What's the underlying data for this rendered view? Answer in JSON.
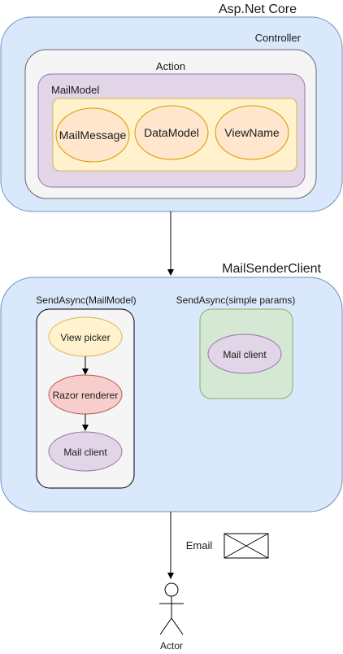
{
  "diagram": {
    "asp_net_core": {
      "title": "Asp.Net Core",
      "controller": "Controller",
      "action": "Action",
      "mail_model": "MailModel",
      "items": [
        "MailMessage",
        "DataModel",
        "ViewName"
      ]
    },
    "mail_sender_client": {
      "title": "MailSenderClient",
      "send_model": {
        "label": "SendAsync(MailModel)",
        "steps": [
          "View picker",
          "Razor renderer",
          "Mail client"
        ]
      },
      "send_simple": {
        "label": "SendAsync(simple params)",
        "step": "Mail client"
      }
    },
    "email_label": "Email",
    "actor_label": "Actor"
  },
  "colors": {
    "blue_fill": "#dae8fc",
    "blue_stroke": "#6c8ebf",
    "gray_fill": "#f5f5f5",
    "gray_stroke": "#666666",
    "purple_fill": "#e1d5e7",
    "purple_stroke": "#9673a6",
    "yellow_fill": "#fff2cc",
    "yellow_stroke": "#d6b656",
    "orange_fill": "#ffe6cc",
    "orange_stroke": "#d79b00",
    "red_fill": "#f8cecc",
    "red_stroke": "#b85450",
    "green_fill": "#d5e8d4",
    "green_stroke": "#82b366"
  }
}
